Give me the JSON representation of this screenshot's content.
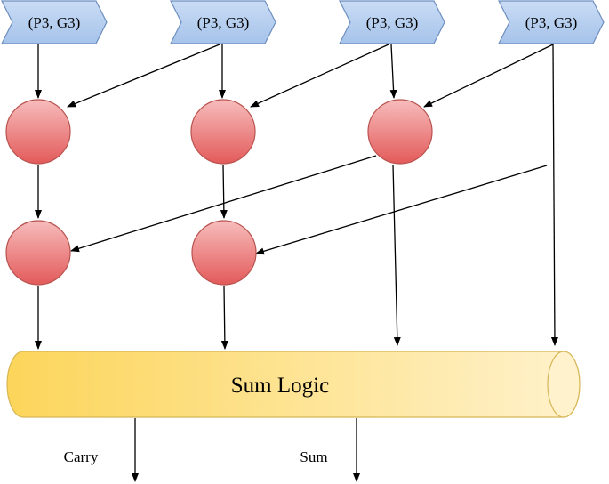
{
  "inputs": [
    {
      "label": "(P3, G3)"
    },
    {
      "label": "(P3, G3)"
    },
    {
      "label": "(P3, G3)"
    },
    {
      "label": "(P3, G3)"
    }
  ],
  "sum_block": {
    "label": "Sum Logic"
  },
  "outputs": {
    "carry": "Carry",
    "sum": "Sum"
  },
  "colors": {
    "input_fill": "#b3cdf0",
    "input_stroke": "#6d8ebf",
    "node_fill_top": "#f7bcbc",
    "node_fill_bottom": "#e35a5a",
    "node_stroke": "#b85450",
    "cylinder_left": "#fcd55a",
    "cylinder_right": "#fff2cc",
    "cylinder_stroke": "#d6b656",
    "edge": "#000000"
  }
}
